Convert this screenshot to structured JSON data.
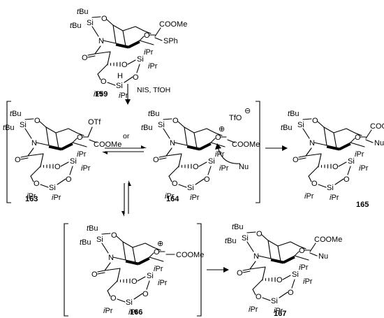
{
  "compounds": [
    {
      "id": "159",
      "label": "159",
      "groups": {
        "si_top": "Si",
        "tbu1": "tBu",
        "tbu2": "tBu",
        "ester": "COOMe",
        "leaving": "SPh",
        "N": "N",
        "O_ring": "O",
        "O_bridge": "O",
        "O_carbonyl": "O",
        "disiloxane": {
          "si1": "Si",
          "si2": "Si",
          "ipr1": "iPr",
          "ipr2": "iPr",
          "ipr3": "iPr",
          "ipr4": "iPr",
          "o1": "O",
          "o2": "O",
          "o3": "O",
          "h": "H"
        }
      }
    },
    {
      "id": "163",
      "label": "163",
      "groups": {
        "si_top": "Si",
        "tbu1": "tBu",
        "tbu2": "tBu",
        "ester": "COOMe",
        "leaving": "OTf",
        "N": "N",
        "O_ring": "O",
        "O_bridge": "O",
        "O_carbonyl": "O",
        "disiloxane": {
          "si1": "Si",
          "si2": "Si",
          "ipr1": "iPr",
          "ipr2": "iPr",
          "ipr3": "iPr",
          "ipr4": "iPr",
          "o1": "O",
          "o2": "O",
          "o3": "O"
        }
      }
    },
    {
      "id": "164",
      "label": "164",
      "groups": {
        "si_top": "Si",
        "tbu1": "tBu",
        "tbu2": "tBu",
        "ester": "COOMe",
        "counterion": "TfO",
        "plus": "⊕",
        "minus": "⊖",
        "N": "N",
        "O_ring": "O",
        "O_bridge": "O",
        "O_carbonyl": "O",
        "disiloxane": {
          "si1": "Si",
          "si2": "Si",
          "ipr1": "iPr",
          "ipr2": "iPr",
          "ipr3": "iPr",
          "ipr4": "iPr",
          "o1": "O",
          "o2": "O",
          "o3": "O"
        }
      }
    },
    {
      "id": "165",
      "label": "165",
      "groups": {
        "si_top": "Si",
        "tbu1": "tBu",
        "tbu2": "tBu",
        "ester": "COOMe",
        "nucleophile": "Nu",
        "N": "N",
        "O_ring": "O",
        "O_bridge": "O",
        "O_carbonyl": "O",
        "disiloxane": {
          "si1": "Si",
          "si2": "Si",
          "ipr1": "iPr",
          "ipr2": "iPr",
          "ipr3": "iPr",
          "ipr4": "iPr",
          "o1": "O",
          "o2": "O",
          "o3": "O"
        }
      }
    },
    {
      "id": "166",
      "label": "166",
      "groups": {
        "si_top": "Si",
        "tbu1": "tBu",
        "tbu2": "tBu",
        "ester": "COOMe",
        "plus": "⊕",
        "N": "N",
        "O_ring": "O",
        "O_bridge": "O",
        "O_carbonyl": "O",
        "disiloxane": {
          "si1": "Si",
          "si2": "Si",
          "ipr1": "iPr",
          "ipr2": "iPr",
          "ipr3": "iPr",
          "ipr4": "iPr",
          "o1": "O",
          "o2": "O",
          "o3": "O"
        }
      }
    },
    {
      "id": "167",
      "label": "167",
      "groups": {
        "si_top": "Si",
        "tbu1": "tBu",
        "tbu2": "tBu",
        "ester": "COOMe",
        "nucleophile": "Nu",
        "N": "N",
        "O_ring": "O",
        "O_bridge": "O",
        "O_carbonyl": "O",
        "disiloxane": {
          "si1": "Si",
          "si2": "Si",
          "ipr1": "iPr",
          "ipr2": "iPr",
          "ipr3": "iPr",
          "ipr4": "iPr",
          "o1": "O",
          "o2": "O",
          "o3": "O"
        }
      }
    }
  ],
  "reagents": {
    "step1": "NIS, TfOH",
    "or": "or",
    "nucleophile": "Nu"
  }
}
